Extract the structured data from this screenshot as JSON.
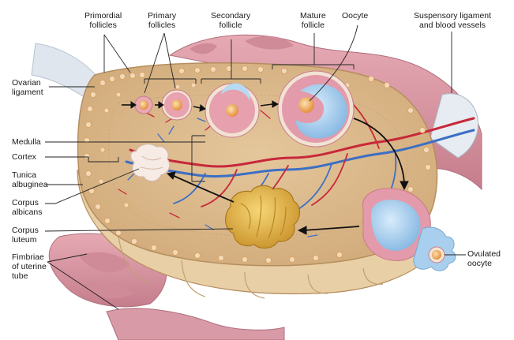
{
  "labels": {
    "primordial": [
      "Primordial",
      "follicles"
    ],
    "primary": [
      "Primary",
      "follicles"
    ],
    "secondary": [
      "Secondary",
      "follicle"
    ],
    "mature": [
      "Mature",
      "follicle"
    ],
    "oocyte": "Oocyte",
    "suspensory": [
      "Suspensory ligament",
      "and blood vessels"
    ],
    "ovarian_ligament": [
      "Ovarian",
      "ligament"
    ],
    "medulla": "Medulla",
    "cortex": "Cortex",
    "tunica": [
      "Tunica",
      "albuginea"
    ],
    "corpus_albicans": [
      "Corpus",
      "albicans"
    ],
    "corpus_luteum": [
      "Corpus",
      "luteum"
    ],
    "fimbriae": [
      "Fimbriae",
      "of uterine",
      "tube"
    ],
    "ovulated_oocyte": [
      "Ovulated",
      "oocyte"
    ]
  },
  "colors": {
    "ovary_tan": "#d9b88c",
    "cortex_edge": "#c7a070",
    "tube_pink": "#d99aa6",
    "artery_red": "#c8283a",
    "vein_blue": "#3c6fc4",
    "follicle_pink": "#e7a7b4",
    "antrum_blue": "#a9cfee",
    "oocyte_orange": "#f0a24f",
    "luteum_yellow": "#e2b238",
    "albicans_white": "#f3e6de"
  }
}
